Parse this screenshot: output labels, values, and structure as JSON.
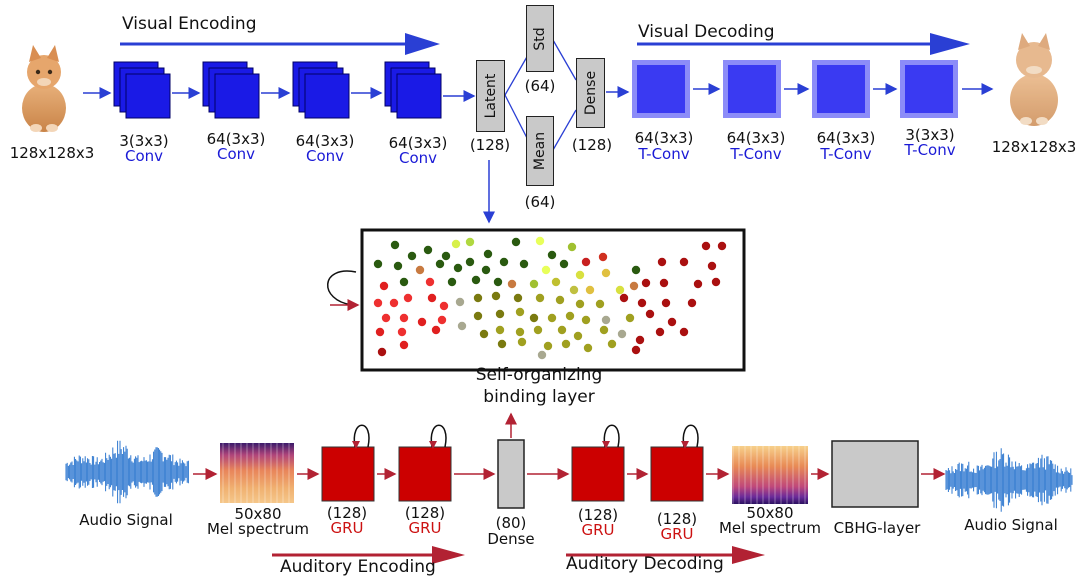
{
  "visual": {
    "input_size": "128x128x3",
    "output_size": "128x128x3",
    "encoding_label": "Visual Encoding",
    "decoding_label": "Visual Decoding",
    "encoder_layers": [
      {
        "filters": "3(3x3)",
        "type": "Conv"
      },
      {
        "filters": "64(3x3)",
        "type": "Conv"
      },
      {
        "filters": "64(3x3)",
        "type": "Conv"
      },
      {
        "filters": "64(3x3)",
        "type": "Conv"
      }
    ],
    "decoder_layers": [
      {
        "filters": "64(3x3)",
        "type": "T-Conv"
      },
      {
        "filters": "64(3x3)",
        "type": "T-Conv"
      },
      {
        "filters": "64(3x3)",
        "type": "T-Conv"
      },
      {
        "filters": "3(3x3)",
        "type": "T-Conv"
      }
    ],
    "latent": {
      "label": "Latent",
      "size": "(128)"
    },
    "std": {
      "label": "Std",
      "size": "(64)"
    },
    "mean": {
      "label": "Mean",
      "size": "(64)"
    },
    "dense": {
      "label": "Dense",
      "size": "(128)"
    }
  },
  "som": {
    "title_line1": "Self-organizing",
    "title_line2": "binding layer"
  },
  "auditory": {
    "input_label": "Audio Signal",
    "output_label": "Audio Signal",
    "mel_in": {
      "size": "50x80",
      "label": "Mel spectrum"
    },
    "mel_out": {
      "size": "50x80",
      "label": "Mel spectrum"
    },
    "encoder_grus": [
      {
        "size": "(128)",
        "type": "GRU"
      },
      {
        "size": "(128)",
        "type": "GRU"
      }
    ],
    "decoder_grus": [
      {
        "size": "(128)",
        "type": "GRU"
      },
      {
        "size": "(128)",
        "type": "GRU"
      }
    ],
    "dense": {
      "size": "(80)",
      "label": "Dense"
    },
    "cbhg_label": "CBHG-layer",
    "encoding_label": "Auditory Encoding",
    "decoding_label": "Auditory Decoding"
  },
  "colors": {
    "visual_blue": "#1a1ae6",
    "visual_light": "#5b5bf5",
    "arrow_blue": "#2a3fd4",
    "auditory_red": "#cc0000",
    "arrow_red": "#b22233",
    "box_grey": "#c9c9c9",
    "waveform": "#2f78d0"
  }
}
